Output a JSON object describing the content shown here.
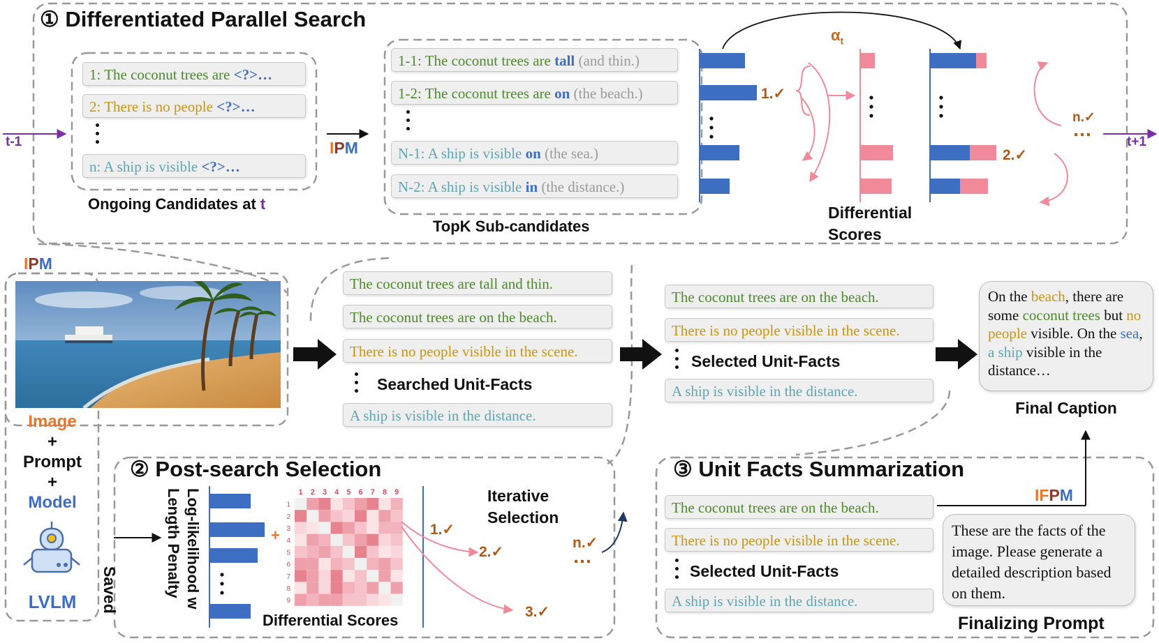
{
  "section1": {
    "title": "① Differentiated Parallel Search",
    "t_prev": "t-1",
    "t_next": "t+1",
    "ongoing": [
      {
        "text": "1: The coconut trees are ",
        "tail": "<?>…",
        "color": "#4c8a2c"
      },
      {
        "text": "2: There is no people ",
        "tail": "<?>…",
        "color": "#c8950f"
      },
      {
        "text": "n: A ship is visible ",
        "tail": "<?>…",
        "color": "#5fa4b4"
      }
    ],
    "ongoing_label": "Ongoing Candidates at ",
    "ongoing_label_t": "t",
    "ipm": {
      "i": "I",
      "p": "P",
      "m": "M"
    },
    "sub_candidates": [
      {
        "prefix": "1-1: The coconut trees are ",
        "token": "tall",
        "rest": " (and thin.)",
        "color": "#4c8a2c"
      },
      {
        "prefix": "1-2: The coconut trees are ",
        "token": "on",
        "rest": " (the beach.)",
        "color": "#4c8a2c"
      },
      {
        "prefix": "N-1: A ship is visible ",
        "token": "on",
        "rest": " (the sea.)",
        "color": "#5fa4b4"
      },
      {
        "prefix": "N-2: A ship is visible ",
        "token": "in",
        "rest": " (the distance.)",
        "color": "#5fa4b4"
      }
    ],
    "topk_label": "TopK Sub-candidates",
    "alpha": "αt",
    "check1": "1.✓",
    "check2": "2.✓",
    "checkn": "n.✓",
    "dots": "…",
    "diff_label_1": "Differential",
    "diff_label_2": "Scores"
  },
  "middle": {
    "ipm": {
      "i": "I",
      "p": "P",
      "m": "M"
    },
    "image_label": "Image",
    "plus": "+",
    "prompt_label": "Prompt",
    "model_label": "Model",
    "lvlm_label": "LVLM",
    "searched_facts": [
      {
        "text": "The coconut trees are tall and thin.",
        "color": "#4c8a2c"
      },
      {
        "text": "The coconut trees are on the beach.",
        "color": "#4c8a2c"
      },
      {
        "text": "There is no people visible in the scene.",
        "color": "#c8950f"
      },
      {
        "text": "A ship is visible in the distance.",
        "color": "#5fa4b4"
      }
    ],
    "searched_label": "Searched Unit-Facts",
    "selected_facts": [
      {
        "text": "The coconut trees are on the beach.",
        "color": "#4c8a2c"
      },
      {
        "text": "There is no people visible in the scene.",
        "color": "#c8950f"
      },
      {
        "text": "A ship is visible in the distance.",
        "color": "#5fa4b4"
      }
    ],
    "selected_label": "Selected Unit-Facts",
    "final_caption_label": "Final Caption"
  },
  "caption_parts": [
    {
      "t": "On the ",
      "c": "#111111"
    },
    {
      "t": "beach",
      "c": "#c8950f"
    },
    {
      "t": ", there are some ",
      "c": "#111111"
    },
    {
      "t": "coconut trees",
      "c": "#4c8a2c"
    },
    {
      "t": " but ",
      "c": "#111111"
    },
    {
      "t": "no people",
      "c": "#c8950f"
    },
    {
      "t": " visible. On the ",
      "c": "#111111"
    },
    {
      "t": "sea",
      "c": "#3d6ec2"
    },
    {
      "t": ", ",
      "c": "#111111"
    },
    {
      "t": "a ship",
      "c": "#5fa4b4"
    },
    {
      "t": " visible in the distance…",
      "c": "#111111"
    }
  ],
  "section2": {
    "title": "② Post-search Selection",
    "saved": "Saved",
    "loglik": "Log-likelihood w",
    "lenpen": "Length Penalty",
    "plus": "+",
    "matrix_ticks": [
      "1",
      "2",
      "3",
      "4",
      "5",
      "6",
      "7",
      "8",
      "9"
    ],
    "diff_scores": "Differential Scores",
    "iterative_1": "Iterative",
    "iterative_2": "Selection",
    "check1": "1.✓",
    "check2": "2.✓",
    "check3": "3.✓",
    "checkn": "n.✓",
    "dots": "…"
  },
  "section3": {
    "title": "③ Unit Facts Summarization",
    "facts": [
      {
        "text": "The coconut trees are on the beach.",
        "color": "#4c8a2c"
      },
      {
        "text": "There is no people visible in the scene.",
        "color": "#c8950f"
      },
      {
        "text": "A ship is visible in the distance.",
        "color": "#5fa4b4"
      }
    ],
    "selected_label": "Selected Unit-Facts",
    "ifpm": {
      "i": "I",
      "f": "F",
      "p": "P",
      "m": "M"
    },
    "prompt_text": "These are the facts of the image. Please generate a detailed description based on them.",
    "prompt_label": "Finalizing Prompt"
  },
  "colors": {
    "blue": "#3d6ec2",
    "pink": "#f08a9a",
    "purple": "#7a2fa8",
    "orange": "#e8762a",
    "brown": "#b05a14",
    "green": "#4c8a2c",
    "gold": "#c8950f",
    "teal": "#5fa4b4"
  },
  "icons": [
    "beach-image",
    "robot-icon",
    "arrow-right-icon",
    "check-icon"
  ]
}
